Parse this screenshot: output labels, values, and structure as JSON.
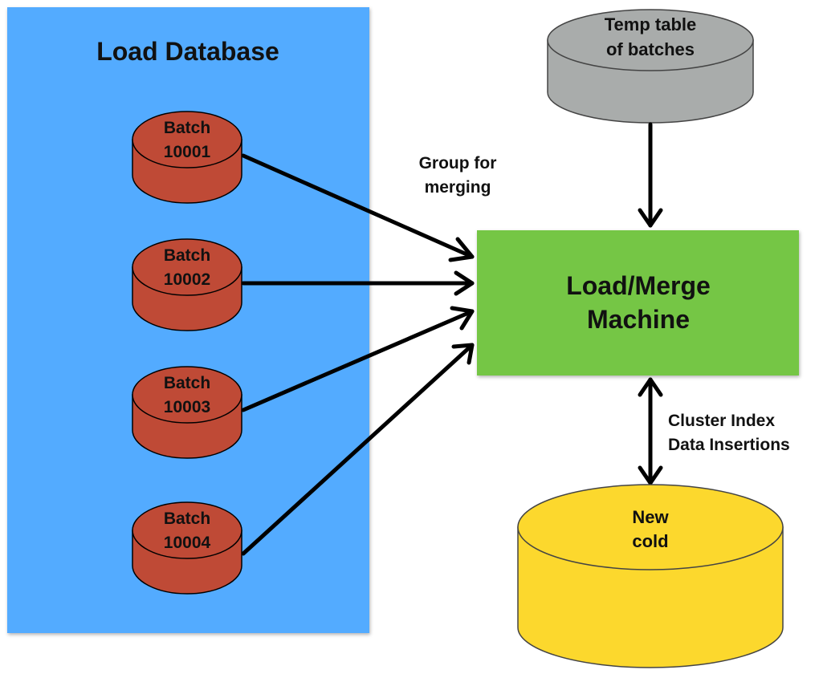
{
  "colors": {
    "panel": "#52abff",
    "batch": "#bf4a36",
    "temp": "#a9acab",
    "machine": "#74c644",
    "cold": "#fcd82d",
    "stroke": "#000000"
  },
  "panel": {
    "title": "Load Database"
  },
  "batches": [
    {
      "line1": "Batch",
      "line2": "10001"
    },
    {
      "line1": "Batch",
      "line2": "10002"
    },
    {
      "line1": "Batch",
      "line2": "10003"
    },
    {
      "line1": "Batch",
      "line2": "10004"
    }
  ],
  "temp_table": {
    "line1": "Temp table",
    "line2": "of batches"
  },
  "machine": {
    "line1": "Load/Merge",
    "line2": "Machine"
  },
  "cold": {
    "line1": "New",
    "line2": "cold"
  },
  "edges": {
    "group_label": {
      "line1": "Group for",
      "line2": "merging"
    },
    "cluster_label": {
      "line1": "Cluster Index",
      "line2": "Data Insertions"
    }
  }
}
